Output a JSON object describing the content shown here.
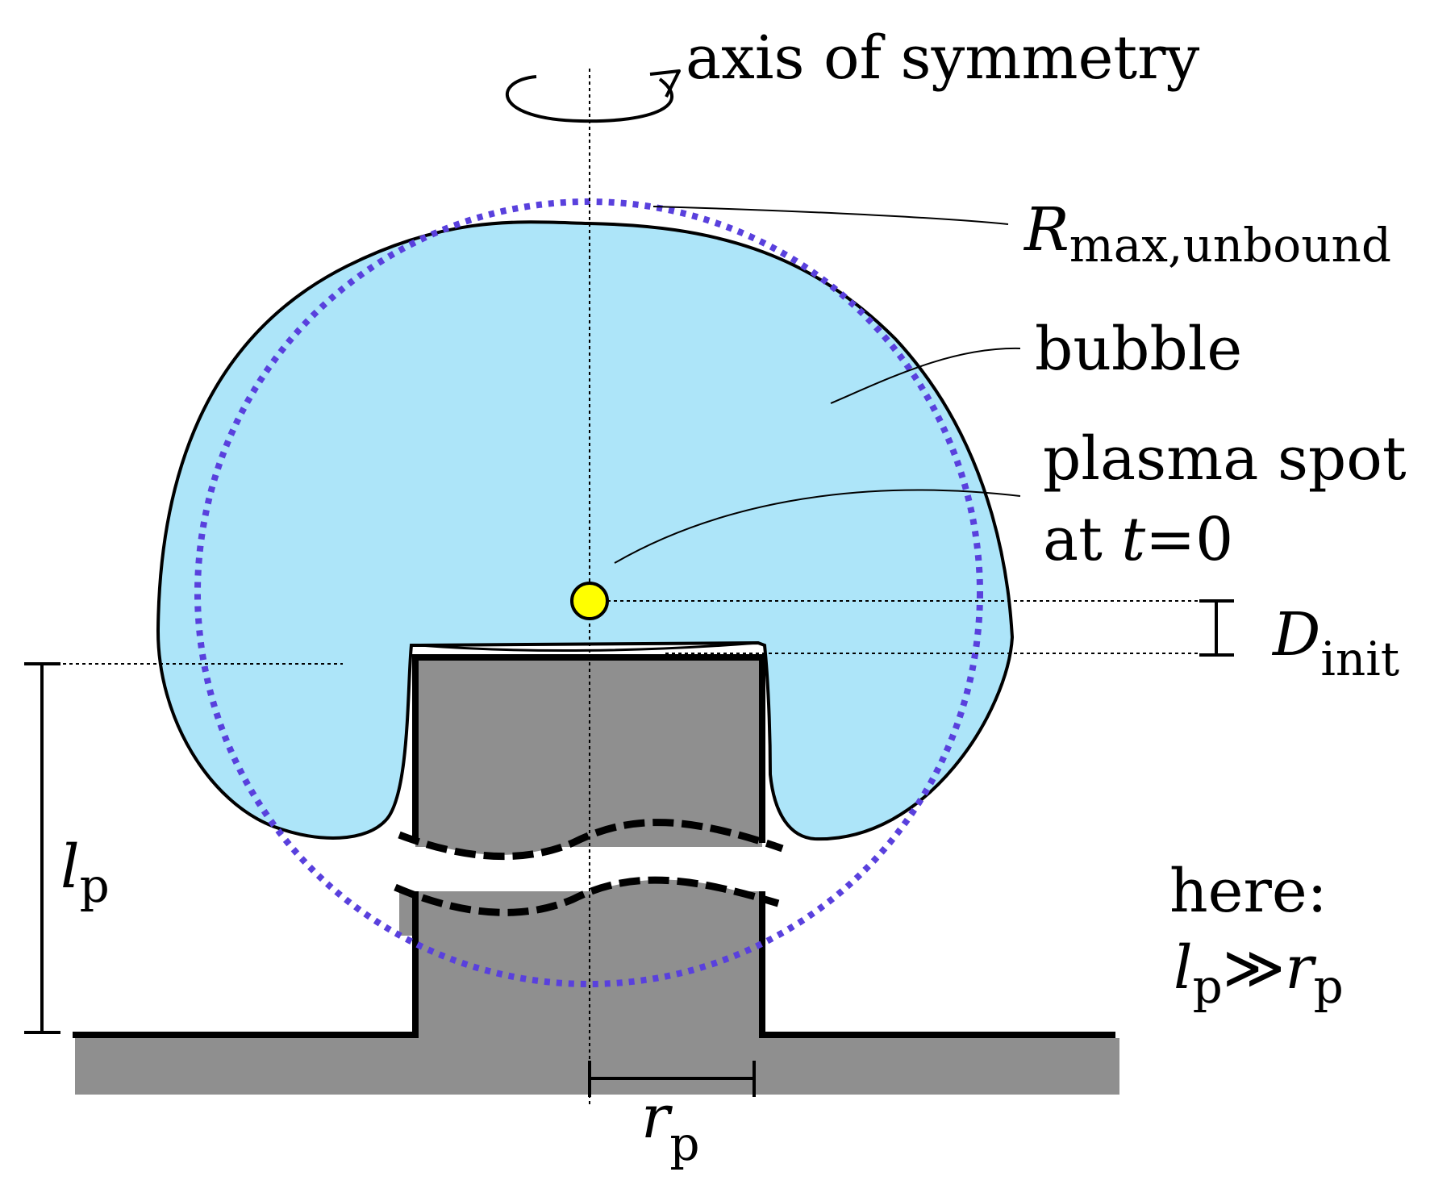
{
  "colors": {
    "bubble_fill": "#ade5f9",
    "bubble_stroke": "#000000",
    "unbound_circle": "#5940dd",
    "solid_fill": "#8f8f8f",
    "plasma_spot": "#ffff00"
  },
  "labels": {
    "axis": "axis of symmetry",
    "r_max_main": "R",
    "r_max_sub": "max,unbound",
    "bubble": "bubble",
    "plasma_line1": "plasma spot",
    "plasma_line2_prefix": "at ",
    "plasma_line2_var": "t",
    "plasma_line2_suffix": "=0",
    "d_init_main": "D",
    "d_init_sub": "init",
    "lp_main": "l",
    "lp_sub": "p",
    "rp_main": "r",
    "rp_sub": "p",
    "here": "here:",
    "cond_l": "l",
    "cond_l_sub": "p",
    "cond_op": "≫",
    "cond_r": "r",
    "cond_r_sub": "p"
  }
}
